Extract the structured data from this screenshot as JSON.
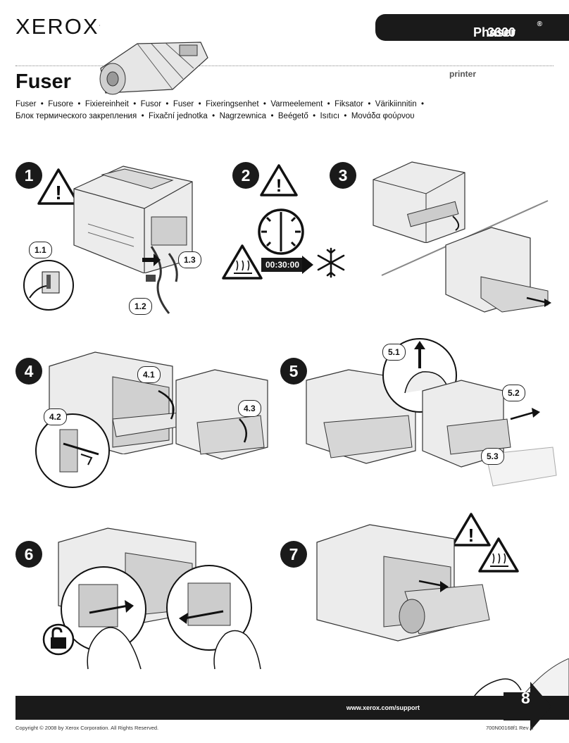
{
  "header": {
    "brand": "XEROX",
    "product": "Phaser",
    "product_sup": "®",
    "model": "3600",
    "subtitle": "printer",
    "title": "Fuser"
  },
  "languages": {
    "line1": [
      "Fuser",
      "Fusore",
      "Fixiereinheit",
      "Fusor",
      "Fuser",
      "Fixeringsenhet",
      "Varmeelement",
      "Fiksator",
      "Värikiinnitin"
    ],
    "line2": [
      "Блок термического закрепления",
      "Fixační jednotka",
      "Nagrzewnica",
      "Beégető",
      "Isıtıcı",
      "Μονάδα φούρνου"
    ]
  },
  "steps": {
    "s1": "1",
    "s2": "2",
    "s3": "3",
    "s4": "4",
    "s5": "5",
    "s6": "6",
    "s7": "7",
    "s8": "8"
  },
  "callouts": {
    "c1_1": "1.1",
    "c1_2": "1.2",
    "c1_3": "1.3",
    "c4_1": "4.1",
    "c4_2": "4.2",
    "c4_3": "4.3",
    "c5_1": "5.1",
    "c5_2": "5.2",
    "c5_3": "5.3"
  },
  "timer": "00:30:00",
  "footer": {
    "url": "www.xerox.com/support",
    "copyright": "Copyright © 2008 by Xerox Corporation.  All Rights Reserved.",
    "doc_code": "700N00168f1 Rev A"
  }
}
